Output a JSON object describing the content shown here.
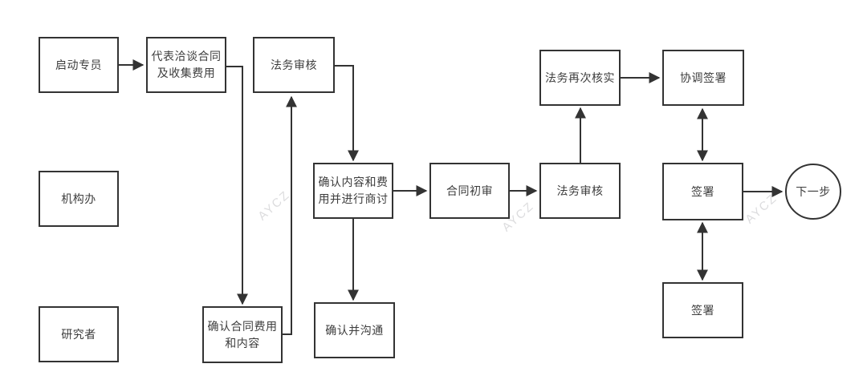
{
  "diagram": {
    "title_hint": "contract-approval-flowchart",
    "colors": {
      "line": "#333333",
      "node_border": "#333333",
      "text": "#3d3d3d",
      "background": "#ffffff",
      "watermark": "#c9c9cc"
    },
    "nodes": {
      "qidong": {
        "label": "启动专员"
      },
      "daibiao": {
        "label": "代表洽谈合同\n及收集费用"
      },
      "fawu_top": {
        "label": "法务审核"
      },
      "jigou": {
        "label": "机构办"
      },
      "yanjiu": {
        "label": "研究者"
      },
      "queren_htfy": {
        "label": "确认合同费用\n和内容"
      },
      "queren_nrfy": {
        "label": "确认内容和费\n用并进行商讨"
      },
      "queren_gt": {
        "label": "确认并沟通"
      },
      "hetong": {
        "label": "合同初审"
      },
      "fawu_mid": {
        "label": "法务审核"
      },
      "fawu_zaici": {
        "label": "法务再次核实"
      },
      "xietiao": {
        "label": "协调签署"
      },
      "qianshu_mid": {
        "label": "签署"
      },
      "qianshu_bot": {
        "label": "签署"
      },
      "next_step": {
        "label": "下一步"
      }
    },
    "watermark": {
      "text": "AYCZ"
    },
    "edges": [
      {
        "from": "qidong",
        "to": "daibiao",
        "type": "arrow"
      },
      {
        "from": "daibiao",
        "to": "queren_htfy",
        "type": "arrow-elbow"
      },
      {
        "from": "queren_htfy",
        "to": "fawu_top",
        "type": "arrow-elbow"
      },
      {
        "from": "fawu_top",
        "to": "queren_nrfy",
        "type": "arrow-elbow"
      },
      {
        "from": "queren_nrfy",
        "to": "hetong",
        "type": "arrow"
      },
      {
        "from": "queren_nrfy",
        "to": "queren_gt",
        "type": "arrow"
      },
      {
        "from": "hetong",
        "to": "fawu_mid",
        "type": "arrow"
      },
      {
        "from": "fawu_mid",
        "to": "fawu_zaici",
        "type": "arrow"
      },
      {
        "from": "fawu_zaici",
        "to": "xietiao",
        "type": "arrow"
      },
      {
        "from": "xietiao",
        "to": "qianshu_mid",
        "type": "double-arrow"
      },
      {
        "from": "qianshu_mid",
        "to": "qianshu_bot",
        "type": "double-arrow"
      },
      {
        "from": "qianshu_mid",
        "to": "next_step",
        "type": "arrow"
      }
    ]
  }
}
